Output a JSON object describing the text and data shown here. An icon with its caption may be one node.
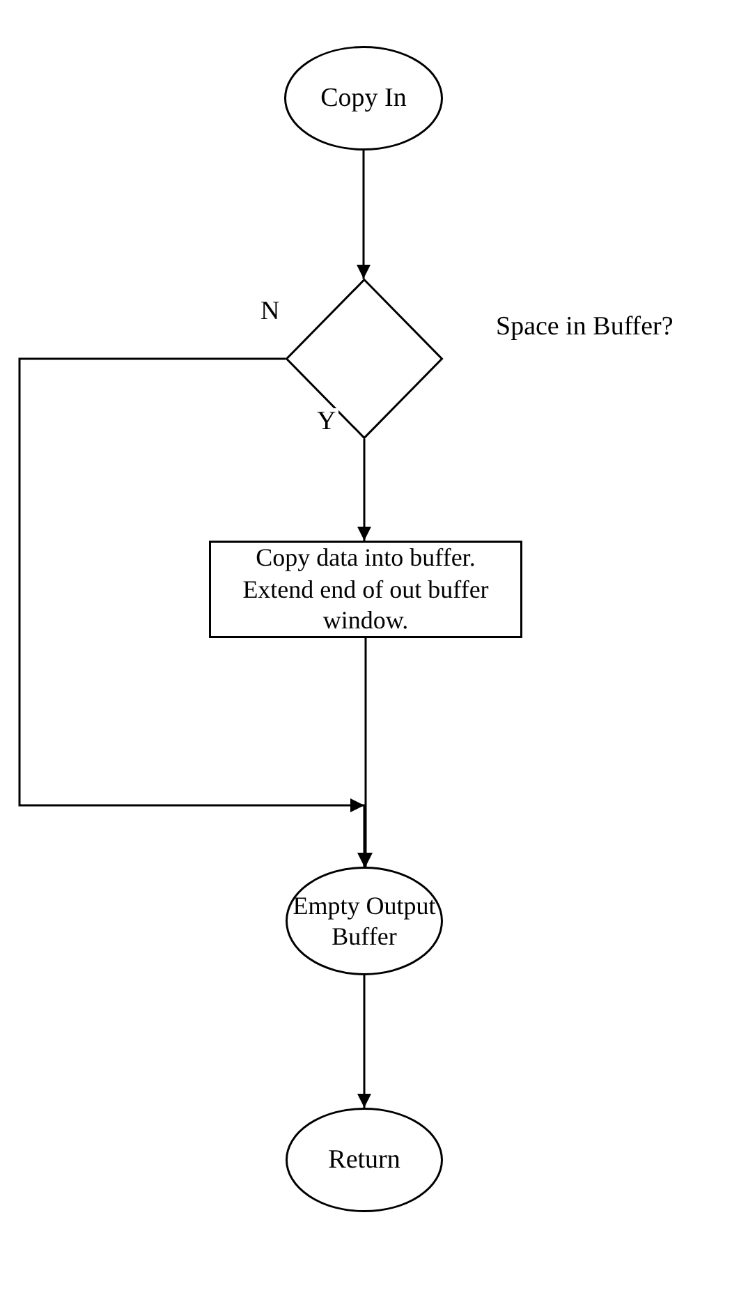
{
  "diagram": {
    "nodes": [
      {
        "text": [
          "Copy In"
        ]
      },
      {
        "text": [],
        "shape": "diamond",
        "beside": [
          "Space in Buffer?"
        ]
      },
      {
        "text": [
          "Copy data into buffer. Extend end of out buffer window."
        ]
      },
      {
        "text": [
          "Empty Output Buffer"
        ]
      },
      {
        "text": [
          "Return"
        ]
      }
    ],
    "edges": [
      {
        "from": 0,
        "to": 1,
        "arrow": "to"
      },
      {
        "from": 1,
        "to": 2,
        "arrow": "to",
        "label": "Y"
      },
      {
        "from": 1,
        "to": 3,
        "arrow": "to",
        "label": "N"
      },
      {
        "from": 2,
        "to": 3,
        "arrow": "to"
      },
      {
        "from": 3,
        "to": 4,
        "arrow": "to"
      }
    ]
  }
}
